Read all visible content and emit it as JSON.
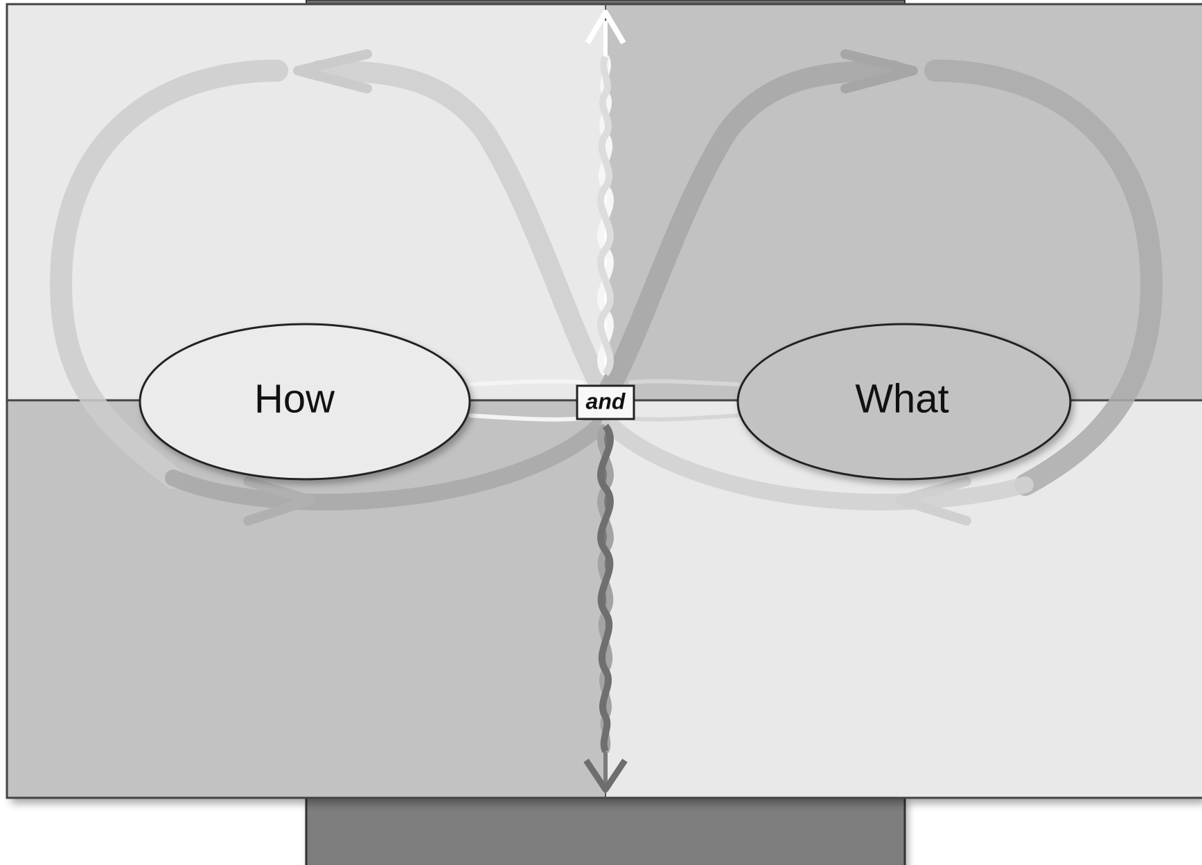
{
  "diagram": {
    "labels": {
      "left_node": "How",
      "right_node": "What",
      "center_node": "and"
    },
    "colors": {
      "light_quadrant": "#e9e9e9",
      "dark_quadrant": "#c2c2c2",
      "bottom_block": "#7d7d7d",
      "frame_line": "#444444",
      "loop_light": "#d4d4d4",
      "loop_dark": "#a9a9a9"
    }
  }
}
